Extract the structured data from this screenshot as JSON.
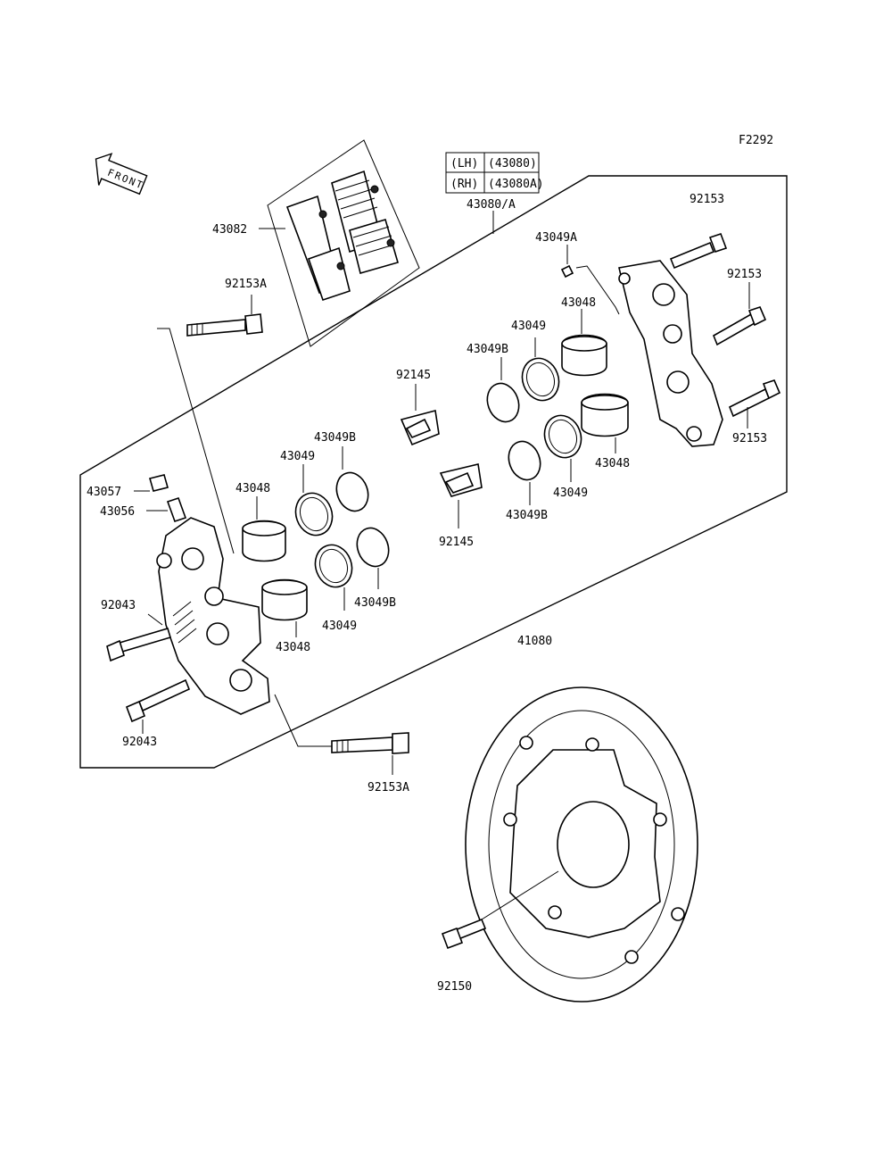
{
  "figure_code": "F2292",
  "front_label": "FRONT",
  "variant_table": {
    "rows": [
      {
        "side": "(LH)",
        "part": "(43080)"
      },
      {
        "side": "(RH)",
        "part": "(43080A)"
      }
    ]
  },
  "callouts": {
    "c43080A": "43080/A",
    "c43082": "43082",
    "c92153A_top": "92153A",
    "c92153A_bottom": "92153A",
    "c43049A": "43049A",
    "c92153_1": "92153",
    "c92153_2": "92153",
    "c92153_3": "92153",
    "c43048_r1": "43048",
    "c43048_r2": "43048",
    "c43049_r1": "43049",
    "c43049_r2": "43049",
    "c43049B_r1": "43049B",
    "c43049B_r2": "43049B",
    "c92145_1": "92145",
    "c92145_2": "92145",
    "c43049B_l1": "43049B",
    "c43049B_l2": "43049B",
    "c43049_l1": "43049",
    "c43049_l2": "43049",
    "c43048_l1": "43048",
    "c43048_l2": "43048",
    "c43057": "43057",
    "c43056": "43056",
    "c92043_1": "92043",
    "c92043_2": "92043",
    "c41080": "41080",
    "c92150": "92150"
  }
}
